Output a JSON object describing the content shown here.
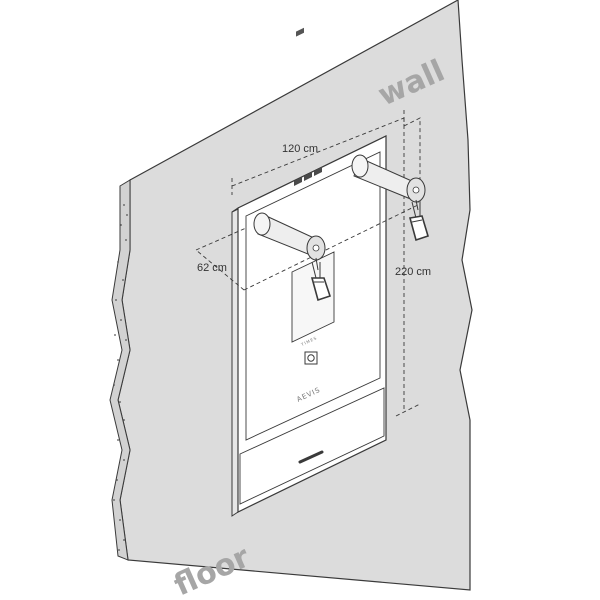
{
  "labels": {
    "wall": "wall",
    "floor": "floor",
    "width": "120 cm",
    "depth": "62 cm",
    "height": "220 cm"
  },
  "device": {
    "brand": "AEVIS",
    "screen_caption": "TIMES"
  },
  "colors": {
    "wall_fill": "#dcdcdc",
    "line": "#3a3a3a",
    "device_fill": "#ffffff",
    "roller_fill": "#eeeeee",
    "label_gray": "#a6a6a6"
  },
  "icons": {
    "handle": "d-ring-handle-icon",
    "power": "power-button-icon",
    "status_lights": "status-light-icons"
  }
}
